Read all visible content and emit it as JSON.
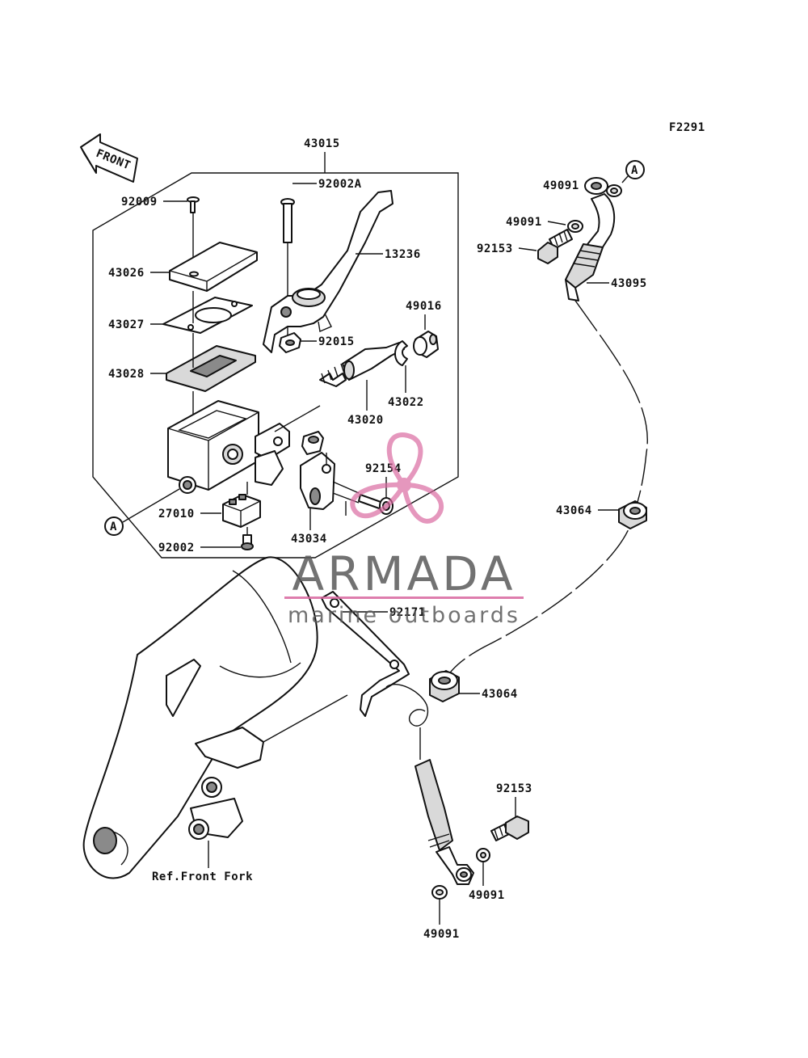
{
  "figure_code": "F2291",
  "front_label": "FRONT",
  "ref_front_fork": "Ref.Front Fork",
  "callout_a": "A",
  "parts": {
    "p43015": "43015",
    "p92009": "92009",
    "p43026": "43026",
    "p43027": "43027",
    "p43028": "43028",
    "p92002A": "92002A",
    "p13236": "13236",
    "p92015": "92015",
    "p49016": "49016",
    "p43022": "43022",
    "p43020": "43020",
    "p92154": "92154",
    "p43034": "43034",
    "p27010": "27010",
    "p92002": "92002",
    "p92171": "92171",
    "p43064_upper": "43064",
    "p43064_lower": "43064",
    "p49091_top1": "49091",
    "p49091_top2": "49091",
    "p92153_top": "92153",
    "p43095": "43095",
    "p92153_bottom": "92153",
    "p49091_bottom_right": "49091",
    "p49091_bottom_left": "49091"
  },
  "watermark": {
    "brand": "ARMADA",
    "tagline": "marine outboards",
    "accent_color": "#d9679f"
  }
}
